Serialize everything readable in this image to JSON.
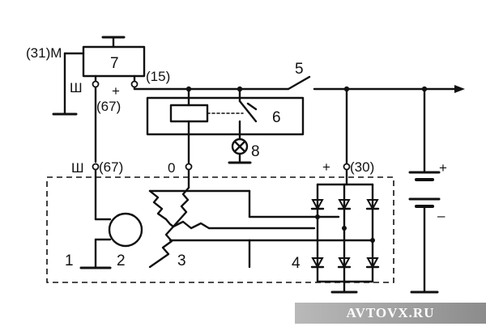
{
  "labels": {
    "terminal_31_m": "(31)M",
    "terminal_sh_1": "Ш",
    "terminal_plus_1": "+",
    "terminal_15": "(15)",
    "terminal_67_a": "(67)",
    "terminal_sh_2": "Ш",
    "terminal_67_b": "(67)",
    "terminal_0": "0",
    "terminal_plus_2": "+",
    "terminal_30": "(30)",
    "battery_plus": "+",
    "battery_minus": "–"
  },
  "components": {
    "n1": "1",
    "n2": "2",
    "n3": "3",
    "n4": "4",
    "n5": "5",
    "n6": "6",
    "n7": "7",
    "n8": "8"
  },
  "watermark": {
    "text": "AVTOVX.RU"
  }
}
